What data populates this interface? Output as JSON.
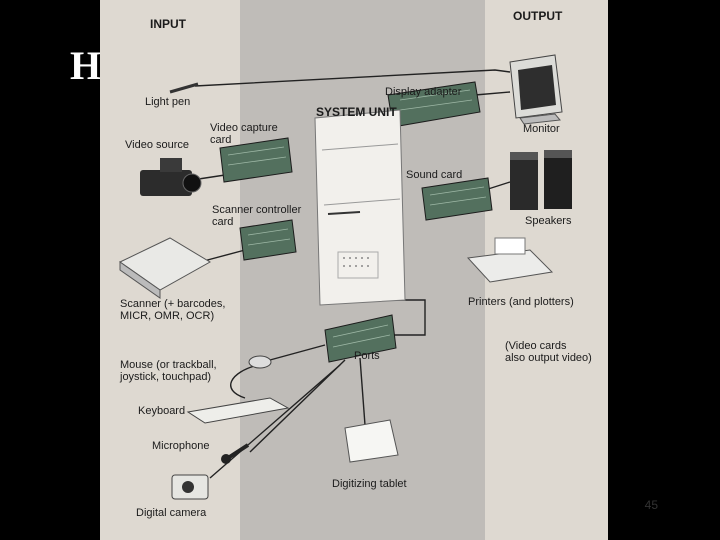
{
  "slide": {
    "title_left": "H",
    "title_right": "y a",
    "page_number": "45"
  },
  "diagram": {
    "section_input": "INPUT",
    "section_output": "OUTPUT",
    "system_unit": "SYSTEM UNIT",
    "devices": {
      "light_pen": "Light pen",
      "video_source": "Video source",
      "video_capture_card": "Video capture\ncard",
      "scanner_controller_card": "Scanner controller\ncard",
      "scanner": "Scanner (+ barcodes,\nMICR, OMR, OCR)",
      "mouse": "Mouse (or trackball,\njoystick, touchpad)",
      "keyboard": "Keyboard",
      "microphone": "Microphone",
      "digital_camera": "Digital camera",
      "digitizing_tablet": "Digitizing tablet",
      "display_adapter": "Display adapter",
      "monitor": "Monitor",
      "sound_card": "Sound card",
      "speakers": "Speakers",
      "printers": "Printers (and plotters)",
      "ports": "Ports",
      "video_cards_note": "(Video cards\nalso output video)"
    }
  }
}
